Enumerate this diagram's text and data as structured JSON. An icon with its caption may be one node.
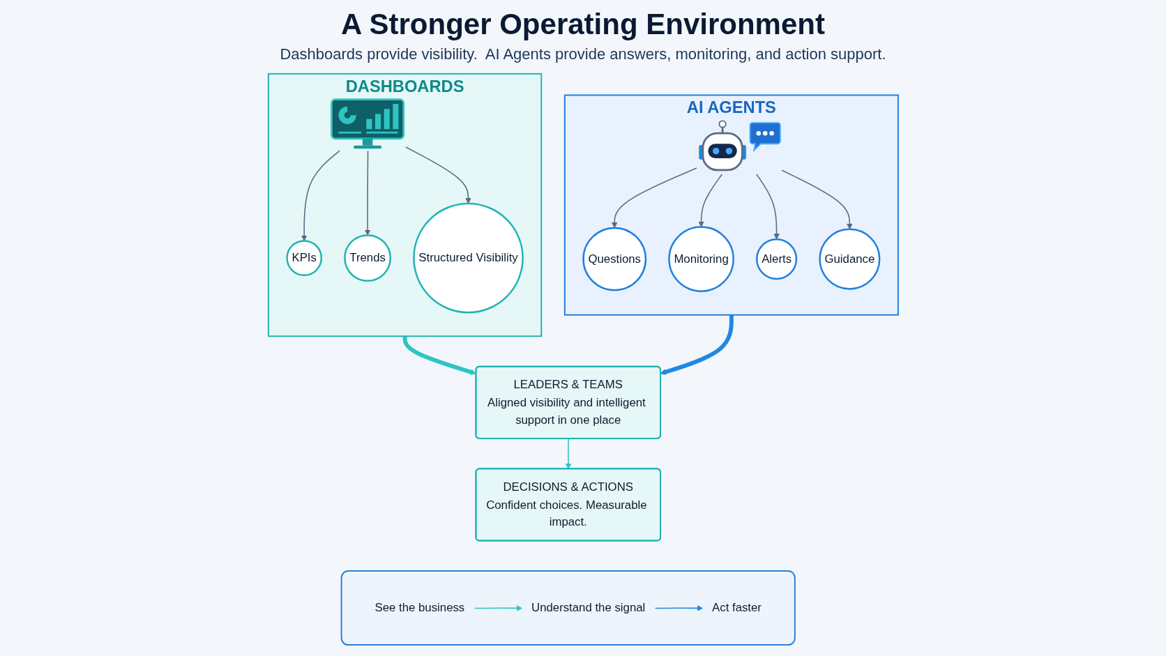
{
  "diagram": {
    "title": "A Stronger Operating Environment",
    "nodes": [
      {
        "text": [
          "DASHBOARDS"
        ]
      },
      {
        "text": [],
        "shape": "picture",
        "in": 0
      },
      {
        "text": [
          "KPIs"
        ],
        "in": 0
      },
      {
        "text": [
          "Trends"
        ],
        "in": 0
      },
      {
        "text": [
          "Structured Visibility"
        ],
        "in": 0
      },
      {
        "text": [
          "AI AGENTS"
        ]
      },
      {
        "text": [],
        "shape": "picture",
        "in": 5
      },
      {
        "text": [
          "Questions"
        ],
        "in": 5
      },
      {
        "text": [
          "Monitoring"
        ],
        "in": 5
      },
      {
        "text": [
          "Alerts"
        ],
        "in": 5
      },
      {
        "text": [
          "Guidance"
        ],
        "in": 5
      },
      {
        "text": [
          "LEADERS & TEAMS",
          "Aligned visibility and intelligent support in one place"
        ]
      },
      {
        "text": [
          "DECISIONS & ACTIONS",
          "Confident choices. Measurable impact."
        ]
      },
      {
        "text": [],
        "shape": "box"
      },
      {
        "text": [
          "See the business"
        ],
        "in": 13
      },
      {
        "text": [
          "Understand the signal"
        ],
        "in": 13
      },
      {
        "text": [
          "Act faster"
        ],
        "in": 13
      }
    ],
    "edges": [
      {
        "from": 1,
        "to": 2,
        "arrow": "to"
      },
      {
        "from": 1,
        "to": 3,
        "arrow": "to"
      },
      {
        "from": 1,
        "to": 4,
        "arrow": "to"
      },
      {
        "from": 6,
        "to": 7,
        "arrow": "to"
      },
      {
        "from": 6,
        "to": 8,
        "arrow": "to"
      },
      {
        "from": 6,
        "to": 9,
        "arrow": "to"
      },
      {
        "from": 6,
        "to": 10,
        "arrow": "to"
      },
      {
        "from": 0,
        "to": 11,
        "arrow": "to",
        "style": "thick",
        "color": "#2ec4c4"
      },
      {
        "from": 5,
        "to": 11,
        "arrow": "to",
        "style": "thick",
        "color": "#1e88e5"
      },
      {
        "from": 11,
        "to": 12,
        "arrow": "to",
        "color": "#2ec4c4"
      },
      {
        "from": 14,
        "to": 15,
        "arrow": "to",
        "color": "#2ec4c4"
      },
      {
        "from": 15,
        "to": 16,
        "arrow": "to",
        "color": "#1e88e5"
      }
    ],
    "labels": [
      "Dashboards provide visibility.  AI Agents provide answers, monitoring, and action support."
    ]
  }
}
